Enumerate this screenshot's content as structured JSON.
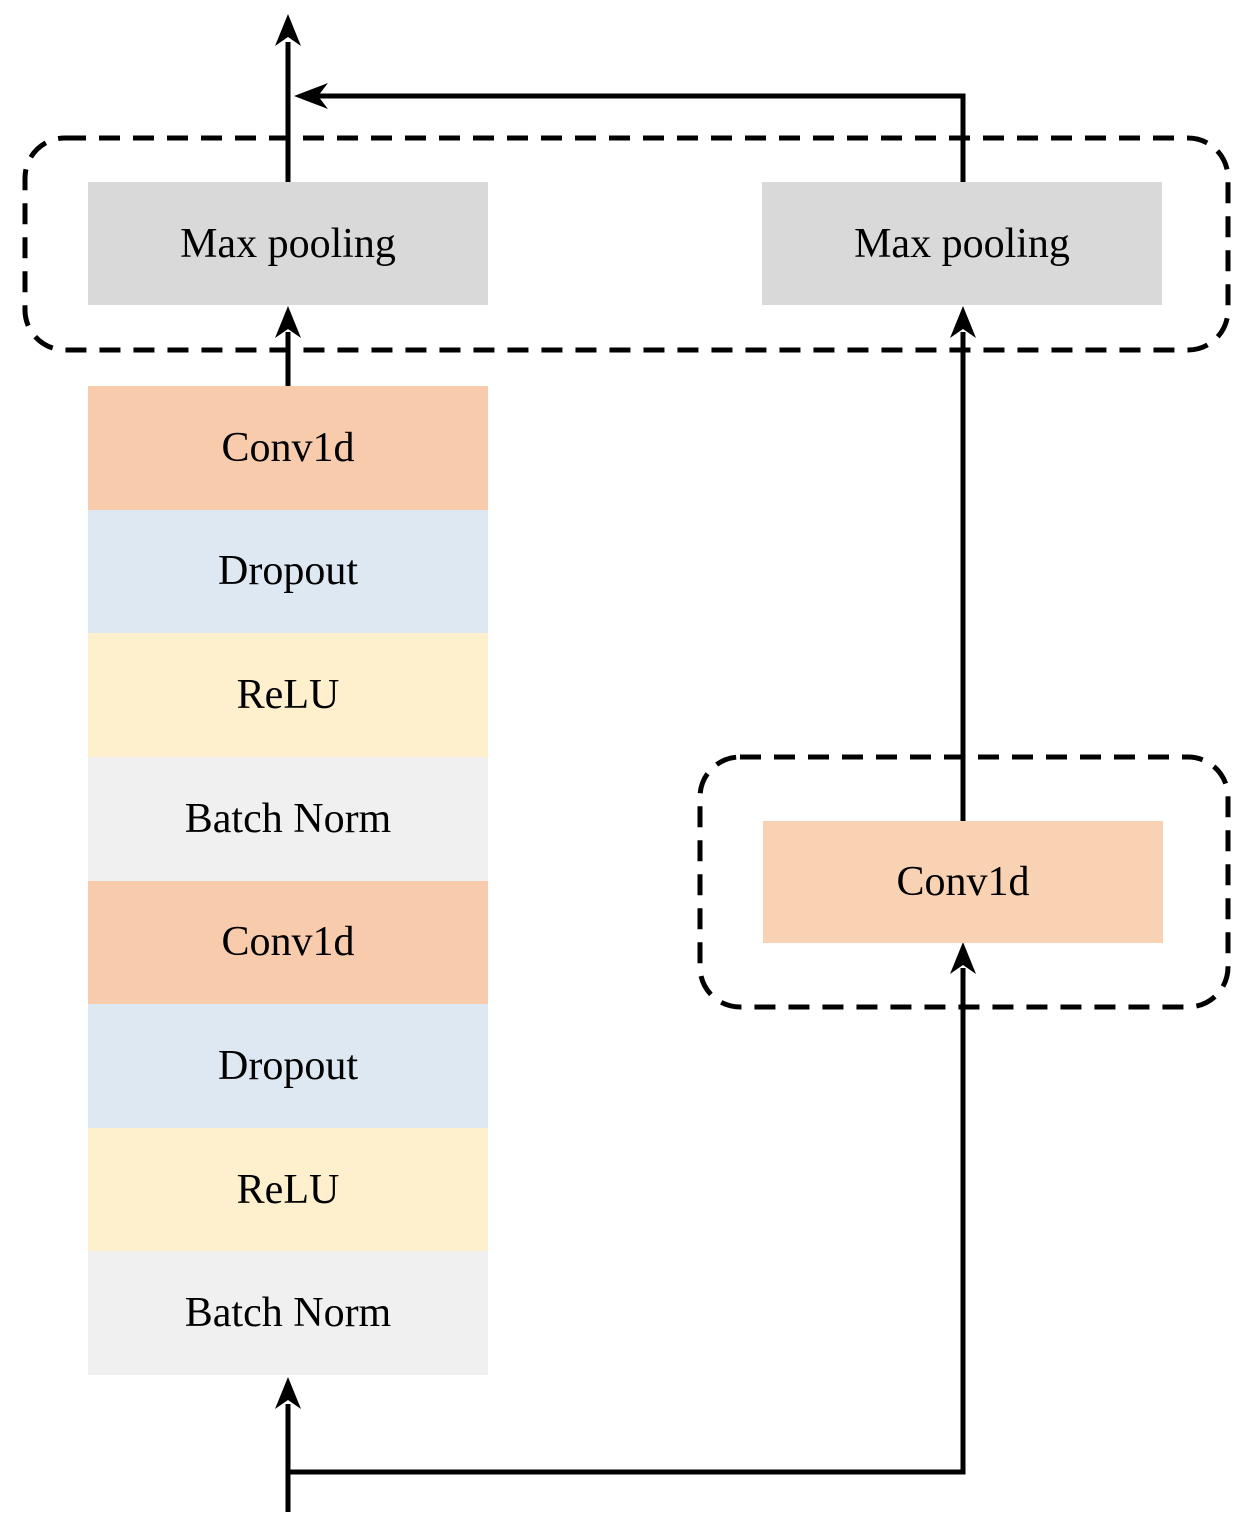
{
  "diagram": {
    "pooling_block": {
      "left_max_pooling_label": "Max pooling",
      "right_max_pooling_label": "Max pooling",
      "box_color": "#D9D9D9"
    },
    "conv_stack": {
      "layers": [
        {
          "label": "Conv1d",
          "color": "#F8CBAD"
        },
        {
          "label": "Dropout",
          "color": "#DEE8F3"
        },
        {
          "label": "ReLU",
          "color": "#FEF0CC"
        },
        {
          "label": "Batch Norm",
          "color": "#F0F0F0"
        },
        {
          "label": "Conv1d",
          "color": "#F8CBAD"
        },
        {
          "label": "Dropout",
          "color": "#DEE8F3"
        },
        {
          "label": "ReLU",
          "color": "#FEF0CC"
        },
        {
          "label": "Batch Norm",
          "color": "#F0F0F0"
        }
      ]
    },
    "shortcut_block": {
      "conv_label": "Conv1d",
      "color": "#F9D1B3"
    },
    "line_color": "#000000"
  }
}
